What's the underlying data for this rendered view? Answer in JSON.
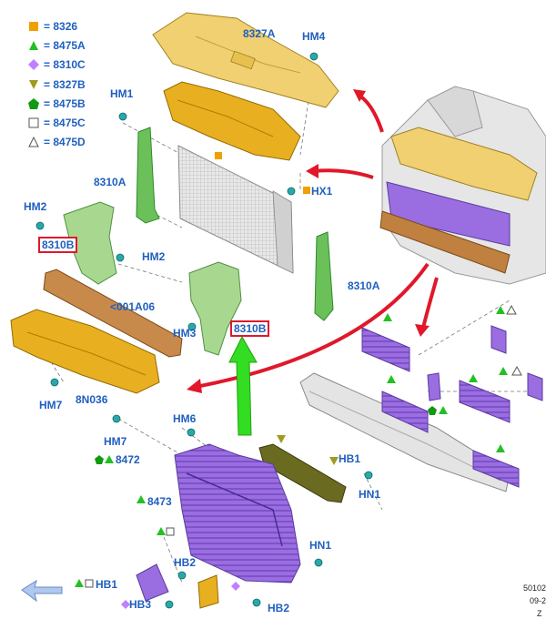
{
  "legend": [
    {
      "symbol": "square-yellow",
      "color": "#f0a000",
      "text": "= 8326"
    },
    {
      "symbol": "triangle-up-green",
      "color": "#22c022",
      "text": "= 8475A"
    },
    {
      "symbol": "diamond-purple",
      "color": "#c080ff",
      "text": "= 8310C"
    },
    {
      "symbol": "triangle-down-olive",
      "color": "#a09a20",
      "text": "= 8327B"
    },
    {
      "symbol": "pentagon-green",
      "color": "#119911",
      "text": "= 8475B"
    },
    {
      "symbol": "square-outline",
      "color": "#555555",
      "text": "= 8475C"
    },
    {
      "symbol": "triangle-up-outline",
      "color": "#555555",
      "text": "= 8475D"
    }
  ],
  "labels": {
    "l8327A": "8327A",
    "lHM4": "HM4",
    "lHM1": "HM1",
    "l8310A_1": "8310A",
    "lHX1": "HX1",
    "lHM2_1": "HM2",
    "l8310B_1": "8310B",
    "lHM2_2": "HM2",
    "l001A06": "<001A06",
    "lHM3": "HM3",
    "l8310B_2": "8310B",
    "l8310A_2": "8310A",
    "lHM7_1": "HM7",
    "l8N036": "8N036",
    "lHM7_2": "HM7",
    "lHM6": "HM6",
    "l8472": "8472",
    "lHB1_1": "HB1",
    "lHN1_1": "HN1",
    "l8473": "8473",
    "lHB2_1": "HB2",
    "lHN1_2": "HN1",
    "lHB1_2": "HB1",
    "lHB3": "HB3",
    "lHB2_2": "HB2"
  },
  "footer": {
    "code": "50102",
    "date": "09-2",
    "z": "Z"
  },
  "colors": {
    "label_blue": "#1f5fbf",
    "callout_red": "#e0182a",
    "arrow_green": "#33dd22",
    "shield_yellow": "#f0c040",
    "deflector_green": "#7fc070",
    "duct_purple": "#9a6ee0",
    "beam_brown": "#c08040"
  }
}
